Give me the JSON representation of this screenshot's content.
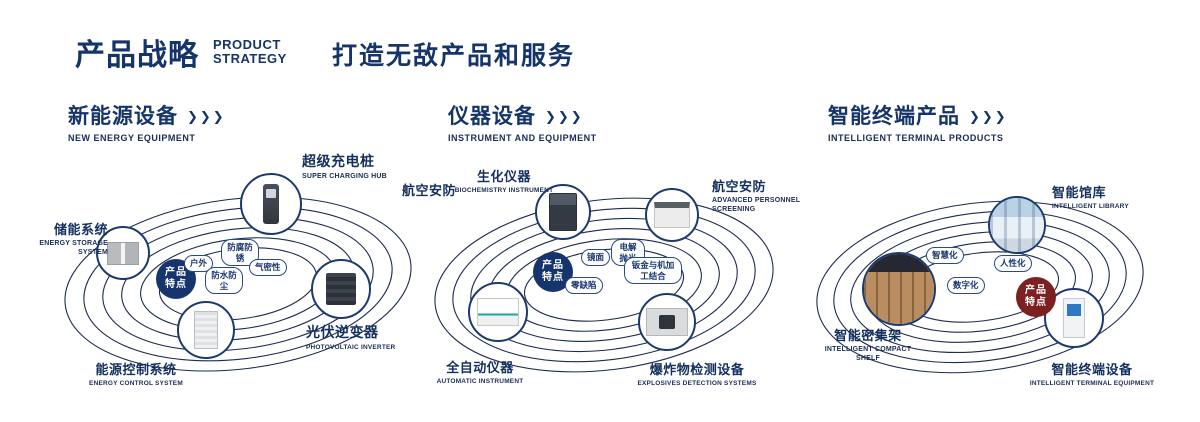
{
  "colors": {
    "navy": "#15346a",
    "orbit": "#1d2b4d",
    "badge_blue": "#16356c",
    "badge_red": "#7d2022"
  },
  "icons": {
    "chevrons": "❯❯❯"
  },
  "header": {
    "title": "产品战略",
    "en_line1": "PRODUCT",
    "en_line2": "STRATEGY",
    "tagline": "打造无敌产品和服务"
  },
  "sections": [
    {
      "title": "新能源设备",
      "subtitle": "NEW ENERGY EQUIPMENT",
      "badge": {
        "line1": "产品",
        "line2": "特点"
      },
      "tags": [
        "户外",
        "防腐防锈",
        "防水防尘",
        "气密性"
      ],
      "nodes": [
        {
          "label": "储能系统",
          "sublabel": "ENERGY STORAGE SYSTEM"
        },
        {
          "label": "超级充电桩",
          "sublabel": "SUPER CHARGING HUB"
        },
        {
          "label": "光伏逆变器",
          "sublabel": "PHOTOVOLTAIC INVERTER"
        },
        {
          "label": "能源控制系统",
          "sublabel": "ENERGY CONTROL SYSTEM"
        }
      ]
    },
    {
      "title": "仪器设备",
      "subtitle": "INSTRUMENT AND EQUIPMENT",
      "side_label": "航空安防",
      "badge": {
        "line1": "产品",
        "line2": "特点"
      },
      "tags": [
        "镜面",
        "电解抛光",
        "零缺陷",
        "钣金与机加工结合"
      ],
      "nodes": [
        {
          "label": "生化仪器",
          "sublabel": "BIOCHEMISTRY INSTRUMENT"
        },
        {
          "label": "航空安防",
          "sublabel": "ADVANCED PERSONNEL SCREENING"
        },
        {
          "label": "全自动仪器",
          "sublabel": "AUTOMATIC INSTRUMENT"
        },
        {
          "label": "爆炸物检测设备",
          "sublabel": "EXPLOSIVES DETECTION SYSTEMS"
        }
      ]
    },
    {
      "title": "智能终端产品",
      "subtitle": "INTELLIGENT TERMINAL PRODUCTS",
      "badge": {
        "line1": "产品",
        "line2": "特点"
      },
      "tags": [
        "智慧化",
        "人性化",
        "数字化"
      ],
      "nodes": [
        {
          "label": "智能馆库",
          "sublabel": "INTELLIGENT LIBRARY"
        },
        {
          "label": "智能密集架",
          "sublabel": "INTELLIGENT COMPACT SHELF"
        },
        {
          "label": "智能终端设备",
          "sublabel": "INTELLIGENT TERMINAL EQUIPMENT"
        }
      ]
    }
  ]
}
